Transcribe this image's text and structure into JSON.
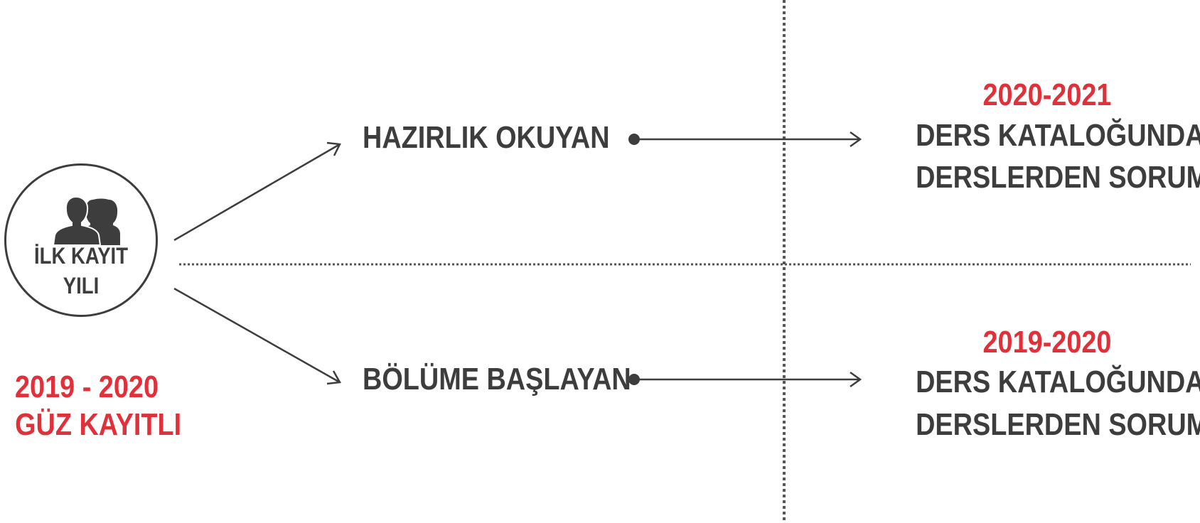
{
  "colors": {
    "text": "#3d3d3d",
    "accent": "#e0313a"
  },
  "left": {
    "icon": "users-icon",
    "circle_label_line1": "İLK KAYIT",
    "circle_label_line2": "YILI",
    "term_line1": "2019 - 2020",
    "term_line2": "GÜZ KAYITLI"
  },
  "paths": [
    {
      "label": "HAZIRLIK OKUYAN",
      "year": "2020-2021",
      "result_line1": "DERS KATALOĞUNDAKİ",
      "result_line2": "DERSLERDEN SORUMLU"
    },
    {
      "label": "BÖLÜME BAŞLAYAN",
      "year": "2019-2020",
      "result_line1": "DERS KATALOĞUNDAKİ",
      "result_line2": "DERSLERDEN SORUMLU"
    }
  ]
}
